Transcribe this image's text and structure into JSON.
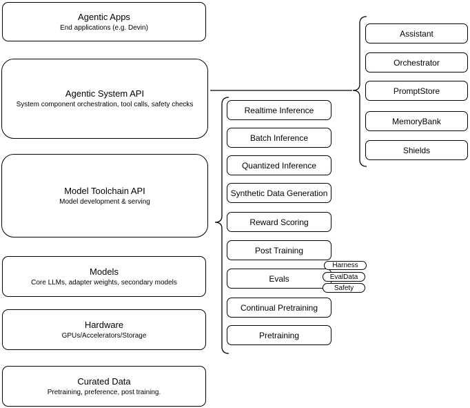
{
  "diagram": {
    "stack": [
      {
        "title": "Agentic Apps",
        "subtitle": "End applications (e.g. Devin)"
      },
      {
        "title": "Agentic System API",
        "subtitle": "System component orchestration, tool calls, safety checks"
      },
      {
        "title": "Model Toolchain API",
        "subtitle": "Model development & serving"
      },
      {
        "title": "Models",
        "subtitle": "Core LLMs, adapter weights, secondary models"
      },
      {
        "title": "Hardware",
        "subtitle": "GPUs/Accelerators/Storage"
      },
      {
        "title": "Curated Data",
        "subtitle": "Pretraining, preference, post training."
      }
    ],
    "toolchain_items": [
      "Realtime Inference",
      "Batch Inference",
      "Quantized Inference",
      "Synthetic Data Generation",
      "Reward Scoring",
      "Post Training",
      "Evals",
      "Continual Pretraining",
      "Pretraining"
    ],
    "evals_tags": [
      "Harness",
      "EvalData",
      "Safety"
    ],
    "system_items": [
      "Assistant",
      "Orchestrator",
      "PromptStore",
      "MemoryBank",
      "Shields"
    ],
    "colors": {
      "stroke": "#000000",
      "fill": "#ffffff",
      "text": "#000000"
    }
  }
}
